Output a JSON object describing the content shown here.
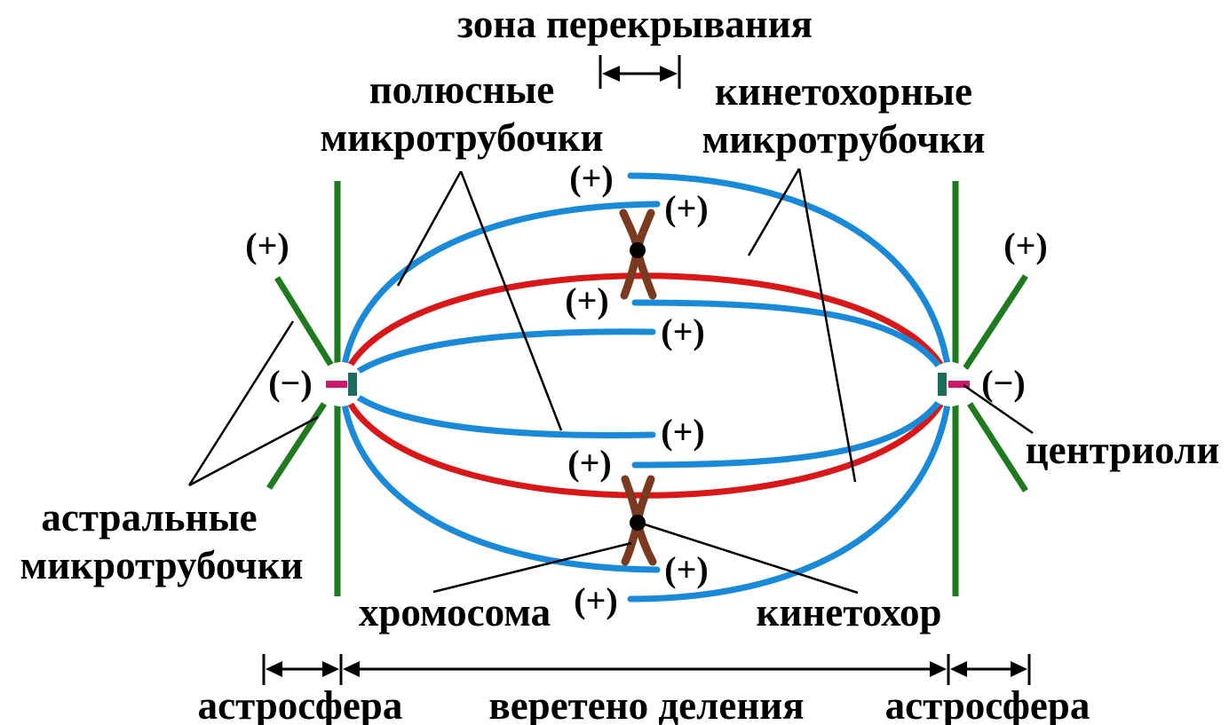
{
  "labels": {
    "overlap_zone": "зона перекрывания",
    "polar_mt_line1": "полюсные",
    "polar_mt_line2": "микротрубочки",
    "kinetochore_mt_line1": "кинетохорные",
    "kinetochore_mt_line2": "микротрубочки",
    "astral_mt_line1": "астральные",
    "astral_mt_line2": "микротрубочки",
    "centrioles": "центриоли",
    "chromosome": "хромосома",
    "kinetochore": "кинетохор",
    "plus": "(+)",
    "minus": "(−)"
  },
  "dimensions": {
    "aster_left": "астросфера",
    "spindle": "веретено деления",
    "aster_right": "астросфера"
  },
  "colors": {
    "polar_microtubules": "#1a8ad8",
    "kinetochore_microtubules": "#d81818",
    "astral_microtubules": "#1e7a1e",
    "chromosome": "#7a3a20",
    "centriole_magenta": "#d0186a",
    "centriole_teal": "#1a6e5e"
  }
}
